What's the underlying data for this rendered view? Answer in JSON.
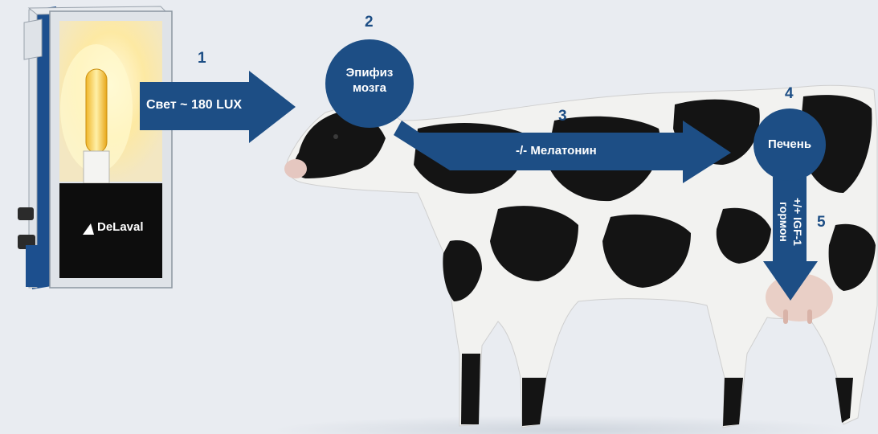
{
  "steps": [
    {
      "number": "1",
      "label": "Свет ~ 180 LUX"
    },
    {
      "number": "2",
      "label_line1": "Эпифиз",
      "label_line2": "мозга"
    },
    {
      "number": "3",
      "label": "-/- Мелатонин"
    },
    {
      "number": "4",
      "label": "Печень"
    },
    {
      "number": "5",
      "label_line1": "+/+ IGF-1",
      "label_line2": "гормон"
    }
  ],
  "device": {
    "brand": "DeLaval"
  },
  "colors": {
    "accent": "#1d4e85",
    "background": "#e9ecf1",
    "frame": "#1c4f8e",
    "light": "#fff6c4"
  },
  "icons": {
    "lamp": "lamp-device-icon",
    "cow": "holstein-cow-illustration",
    "brand": "delaval-logo-icon"
  }
}
